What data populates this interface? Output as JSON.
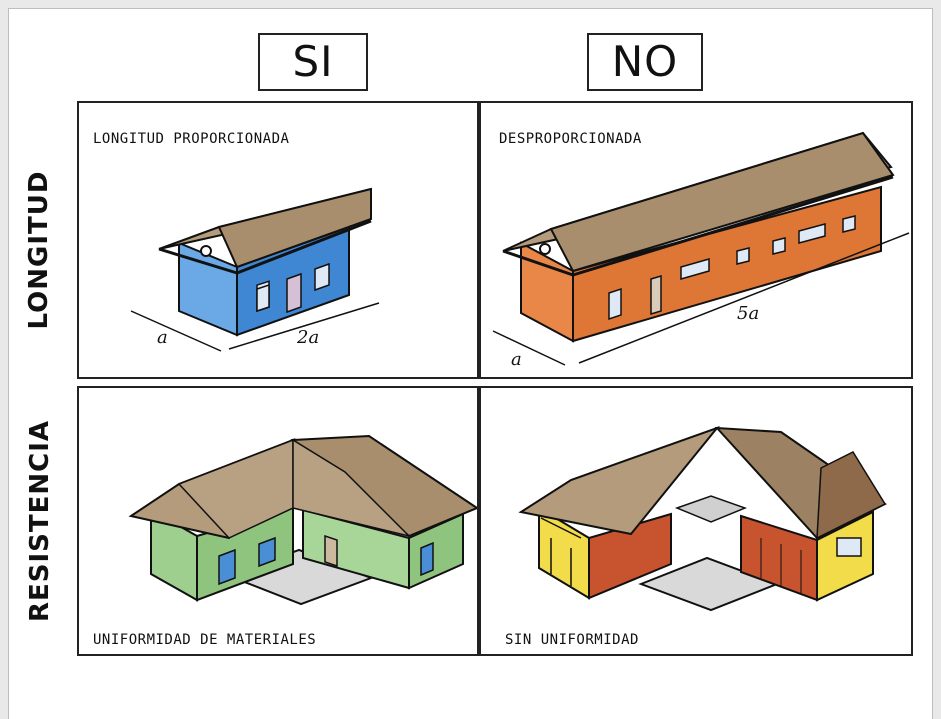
{
  "header": {
    "yes_label": "SI",
    "no_label": "NO"
  },
  "rows": {
    "length_label": "LONGITUD",
    "strength_label": "RESISTENCIA"
  },
  "panels": {
    "good_length": {
      "caption": "LONGITUD PROPORCIONADA",
      "dim_short": "a",
      "dim_long": "2a"
    },
    "bad_length": {
      "caption": "DESPROPORCIONADA",
      "dim_short": "a",
      "dim_long": "5a"
    },
    "good_strength": {
      "caption": "UNIFORMIDAD DE MATERIALES"
    },
    "bad_strength": {
      "caption": "SIN UNIFORMIDAD"
    }
  },
  "colors": {
    "roof": "#b39b7c",
    "blue_wall": "#4a8fd6",
    "orange_wall": "#e07a3a",
    "green_wall": "#9fcf8f",
    "yellow_wall": "#f2dc4a",
    "brick": "#c8542f"
  }
}
